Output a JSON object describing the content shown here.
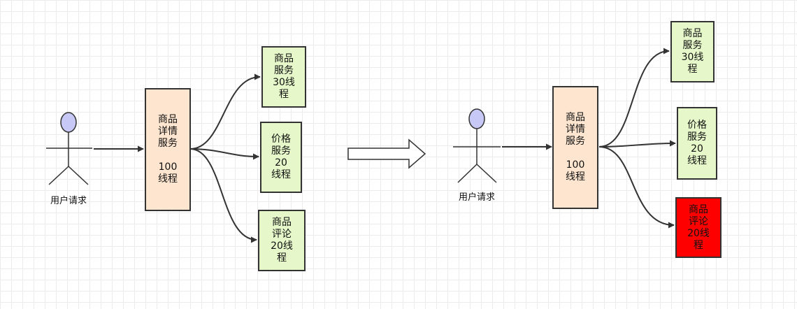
{
  "colors": {
    "main_fill": "#fde5cf",
    "service_fill": "#e6f8c9",
    "alert_fill": "#ff0000",
    "actor_head": "#c8c8f6",
    "line": "#333333"
  },
  "left": {
    "user_label": "用户请求",
    "main_service": "商品\n详情\n服务\n\n100\n线程",
    "services": [
      {
        "label": "商品\n服务\n30线\n程"
      },
      {
        "label": "价格\n服务\n20\n线程"
      },
      {
        "label": "商品\n评论\n20线\n程"
      }
    ]
  },
  "right": {
    "user_label": "用户请求",
    "main_service": "商品\n详情\n服务\n\n100\n线程",
    "services": [
      {
        "label": "商品\n服务\n30线\n程"
      },
      {
        "label": "价格\n服务\n20\n线程"
      },
      {
        "label": "商品\n评论\n20线\n程",
        "state": "overloaded"
      }
    ]
  }
}
